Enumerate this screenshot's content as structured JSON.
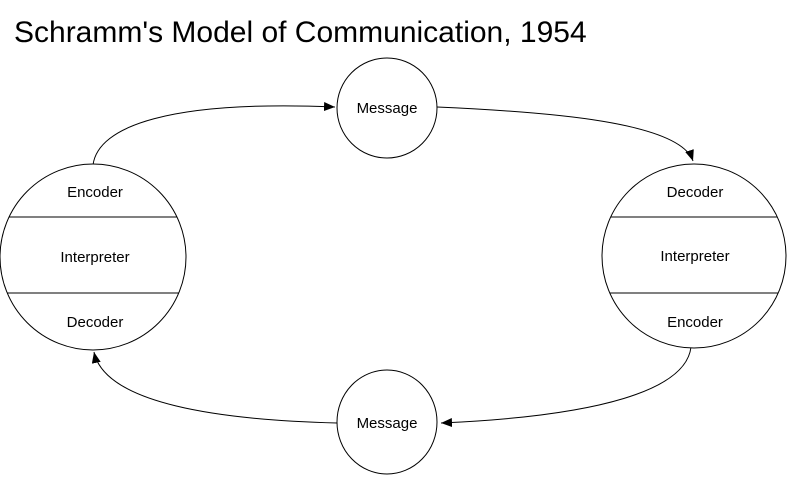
{
  "title": "Schramm's Model of Communication, 1954",
  "colors": {
    "ink": "#000000",
    "background": "#ffffff"
  },
  "left_participant": {
    "sections": [
      "Encoder",
      "Interpreter",
      "Decoder"
    ]
  },
  "right_participant": {
    "sections": [
      "Decoder",
      "Interpreter",
      "Encoder"
    ]
  },
  "top_message": {
    "label": "Message"
  },
  "bottom_message": {
    "label": "Message"
  }
}
